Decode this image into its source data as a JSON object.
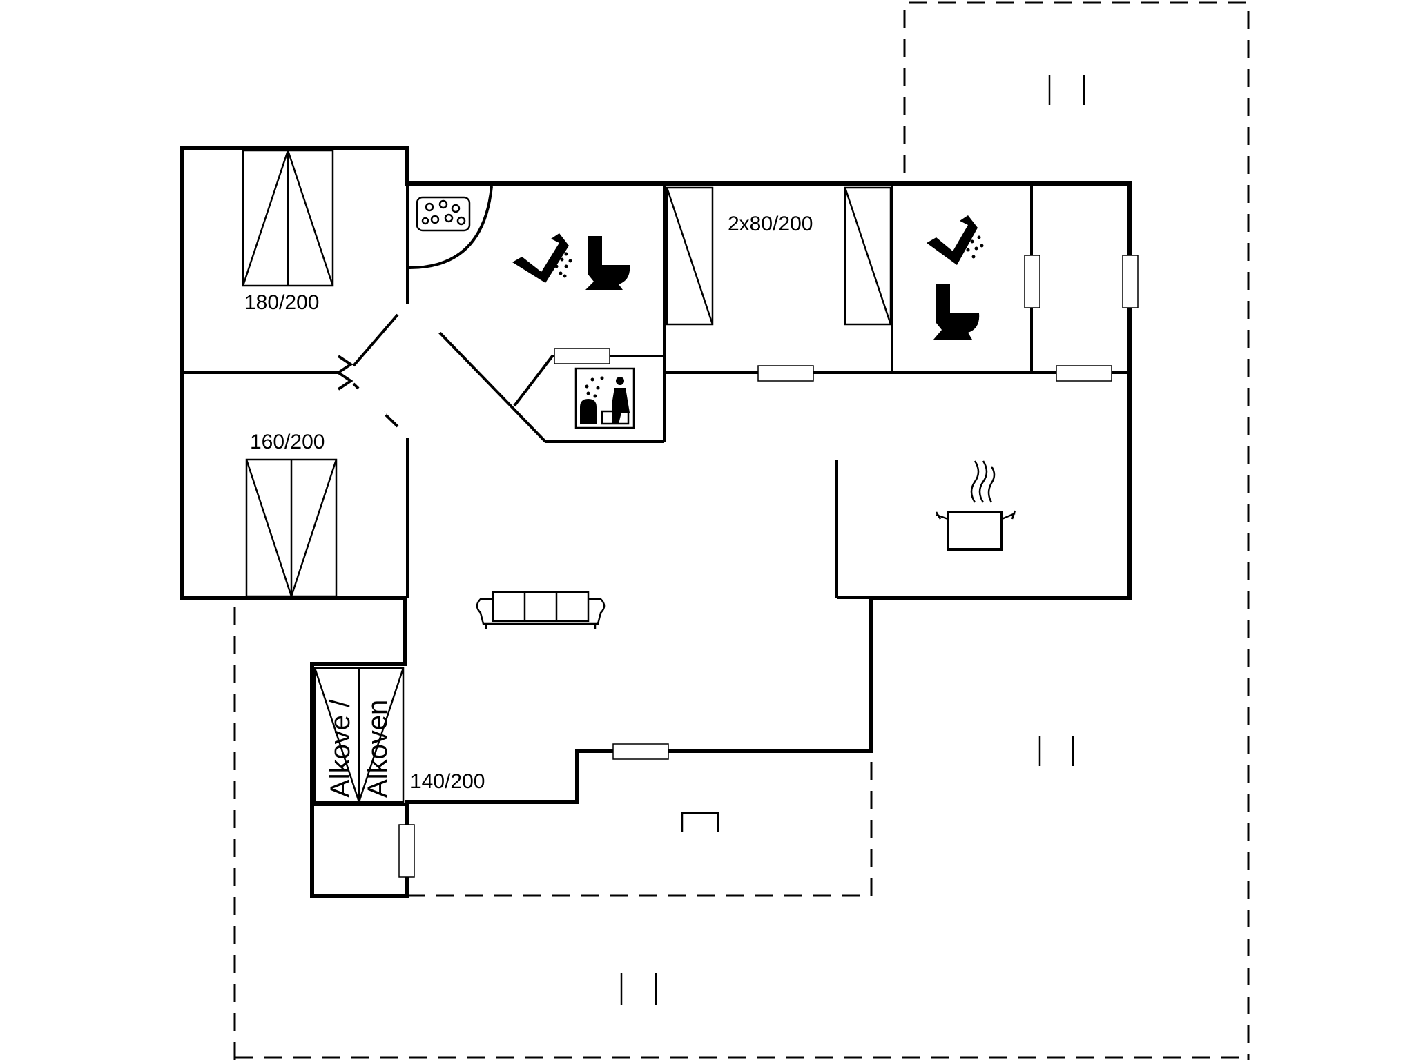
{
  "plan": {
    "bed_labels": {
      "bedroom_1": "180/200",
      "bedroom_2": "160/200",
      "bedroom_3": "2x80/200",
      "alcove_bed": "140/200"
    },
    "alcove_labels": {
      "line_1": "Alkove /",
      "line_2": "Alkoven"
    },
    "icons": [
      "whirlpool-icon",
      "shower-icon",
      "toilet-icon",
      "sauna-icon",
      "sofa-icon",
      "stove-pot-icon",
      "terrace-marker-icon"
    ]
  }
}
